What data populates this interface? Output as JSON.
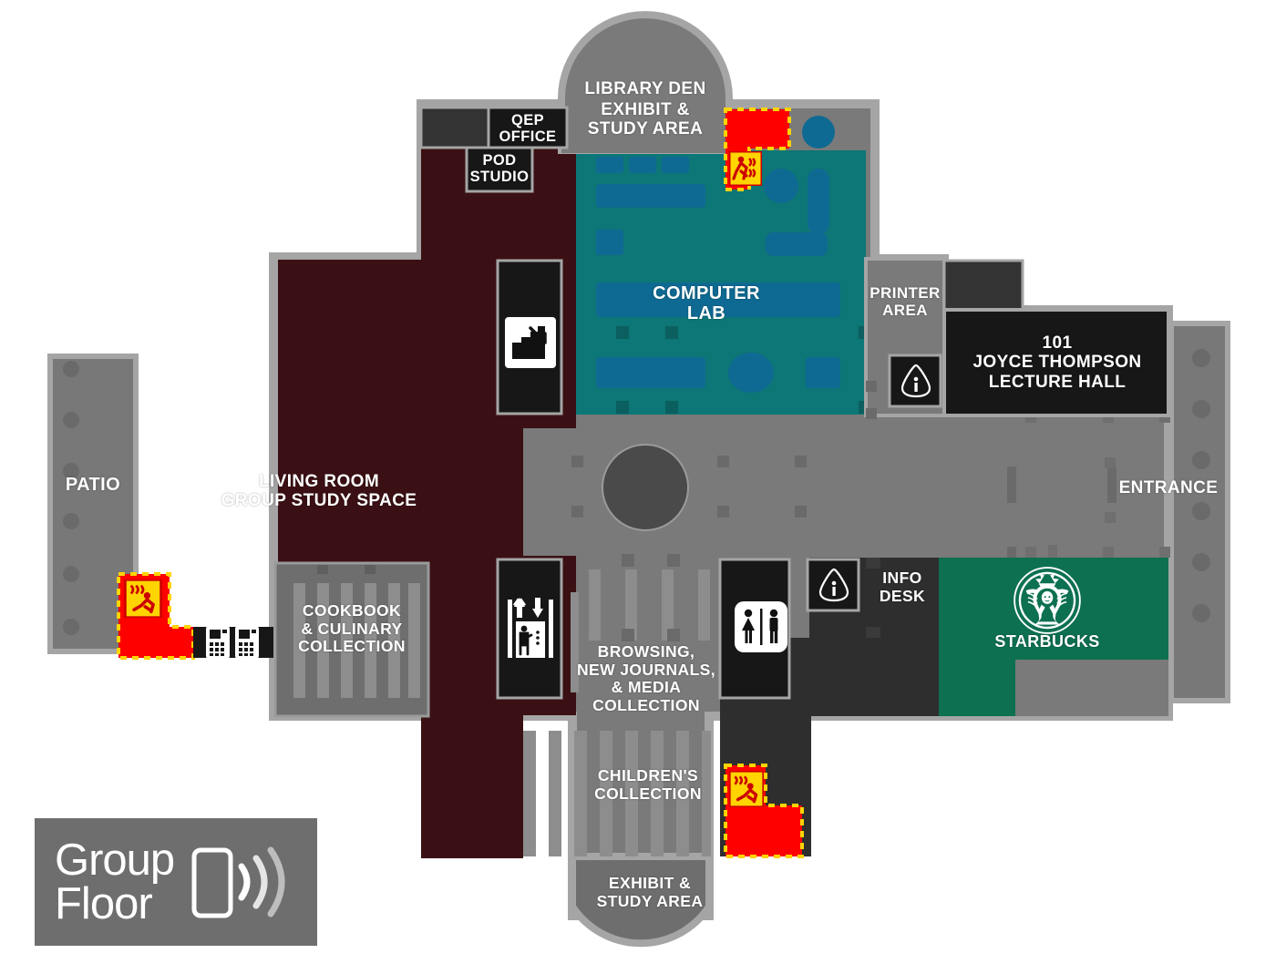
{
  "map": {
    "title": "Group Floor",
    "floor_badge": {
      "line1": "Group",
      "line2": "Floor",
      "icon": "mobile-signal-icon"
    },
    "colors": {
      "outer_wall": "#a5a5a5",
      "corridor_gray": "#7a7a7a",
      "patio_gray": "#787878",
      "room_dark": "#2b2b2b",
      "room_black": "#171717",
      "living_room_maroon": "#3b1014",
      "computer_lab_teal": "#0d7676",
      "computer_lab_furniture": "#0f6a93",
      "starbucks_green": "#0d7051",
      "fire_exit_red": "#ff0000",
      "fire_exit_yellow": "#ffd400",
      "shelf_gray": "#8d8d8d",
      "label_white": "#ffffff"
    },
    "rooms": [
      {
        "name": "patio",
        "label": "PATIO"
      },
      {
        "name": "living-room",
        "label": "LIVING ROOM\nGROUP STUDY SPACE"
      },
      {
        "name": "cookbook-collection",
        "label": "COOKBOOK\n& CULINARY\nCOLLECTION"
      },
      {
        "name": "qep-office",
        "label": "QEP\nOFFICE"
      },
      {
        "name": "pod-studio",
        "label": "POD\nSTUDIO"
      },
      {
        "name": "library-den",
        "label": "LIBRARY DEN"
      },
      {
        "name": "library-den-sub",
        "label": "EXHIBIT &\nSTUDY AREA"
      },
      {
        "name": "computer-lab",
        "label": "COMPUTER\nLAB"
      },
      {
        "name": "printer-area",
        "label": "PRINTER\nAREA"
      },
      {
        "name": "lecture-hall",
        "label": "101\nJOYCE THOMPSON\nLECTURE HALL"
      },
      {
        "name": "entrance",
        "label": "ENTRANCE"
      },
      {
        "name": "info-desk",
        "label": "INFO\nDESK"
      },
      {
        "name": "starbucks",
        "label": "STARBUCKS"
      },
      {
        "name": "browsing-collection",
        "label": "BROWSING,\nNEW JOURNALS,\n& MEDIA\nCOLLECTION"
      },
      {
        "name": "childrens-collection",
        "label": "CHILDREN'S\nCOLLECTION"
      },
      {
        "name": "exhibit-study-area-south",
        "label": "EXHIBIT &\nSTUDY AREA"
      }
    ],
    "icons": [
      {
        "name": "stairs-down-icon",
        "meaning": "Stairs going down"
      },
      {
        "name": "elevator-icon",
        "meaning": "Elevator"
      },
      {
        "name": "restroom-icon",
        "meaning": "Restrooms"
      },
      {
        "name": "information-icon",
        "meaning": "Information point"
      },
      {
        "name": "fire-exit-icon",
        "meaning": "Emergency fire exit"
      },
      {
        "name": "vending-machine-icon",
        "meaning": "Vending machines"
      },
      {
        "name": "starbucks-siren-icon",
        "meaning": "Starbucks logo"
      },
      {
        "name": "mobile-signal-icon",
        "meaning": "Mobile device / wireless"
      }
    ]
  }
}
